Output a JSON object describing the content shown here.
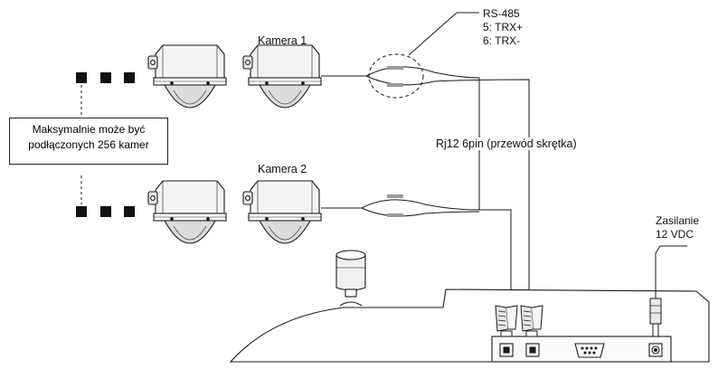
{
  "labels": {
    "camera_1": "Kamera 1",
    "camera_2": "Kamera 2",
    "rs485_title": "RS-485",
    "rs485_pin5": "5: TRX+",
    "rs485_pin6": "6: TRX-",
    "max_cameras_line1": "Maksymalnie może być",
    "max_cameras_line2": "podłączonych 256 kamer",
    "cable": "Rj12 6pin (przewód skrętka)",
    "power_line1": "Zasilanie",
    "power_line2": "12 VDC"
  },
  "colors": {
    "line": "#1a1a1a",
    "camera_body": "#ffffff",
    "camera_shade": "#d9d9d9",
    "cable_tag": "#9a9a9a",
    "chain_marker": "#111111"
  }
}
